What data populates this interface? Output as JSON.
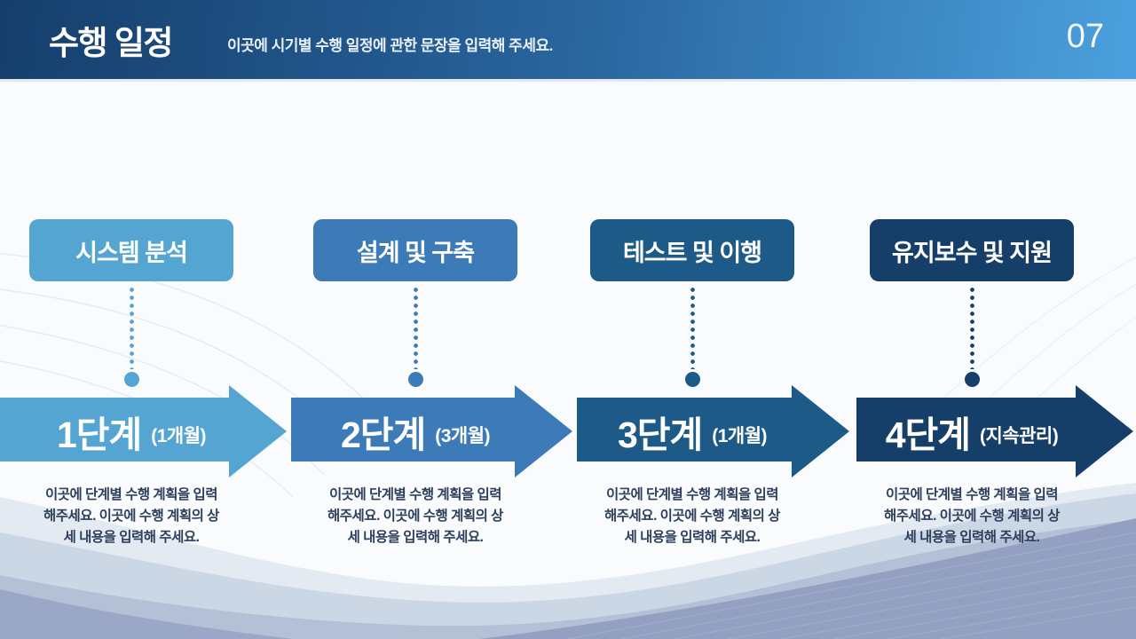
{
  "slide": {
    "title": "수행 일정",
    "subtitle": "이곳에 시기별 수행 일정에 관한 문장을 입력해 주세요.",
    "page_number": "07"
  },
  "colors": {
    "header_gradient_left": "#153e6c",
    "header_gradient_right": "#4ba1de",
    "phase_colors": [
      "#55a5d2",
      "#3d7ab8",
      "#1d5a87",
      "#153f69"
    ],
    "description_text": "#2e3f5c",
    "label_text": "#ffffff"
  },
  "phases": [
    {
      "label": "시스템 분석",
      "stage": "1단계",
      "duration": "(1개월)",
      "color": "#55a5d2",
      "desc_lines": [
        "이곳에 단계별 수행 계획을 입력",
        "해주세요. 이곳에 수행 계획의 상",
        "세 내용을 입력해 주세요."
      ]
    },
    {
      "label": "설계 및 구축",
      "stage": "2단계",
      "duration": "(3개월)",
      "color": "#3d7ab8",
      "desc_lines": [
        "이곳에 단계별 수행 계획을 입력",
        "해주세요. 이곳에 수행 계획의 상",
        "세 내용을 입력해 주세요."
      ]
    },
    {
      "label": "테스트 및 이행",
      "stage": "3단계",
      "duration": "(1개월)",
      "color": "#1d5a87",
      "desc_lines": [
        "이곳에 단계별 수행 계획을 입력",
        "해주세요. 이곳에 수행 계획의 상",
        "세 내용을 입력해 주세요."
      ]
    },
    {
      "label": "유지보수 및 지원",
      "stage": "4단계",
      "duration": "(지속관리)",
      "color": "#153f69",
      "desc_lines": [
        "이곳에 단계별 수행 계획을 입력",
        "해주세요. 이곳에 수행 계획의 상",
        "세 내용을 입력해 주세요."
      ]
    }
  ]
}
